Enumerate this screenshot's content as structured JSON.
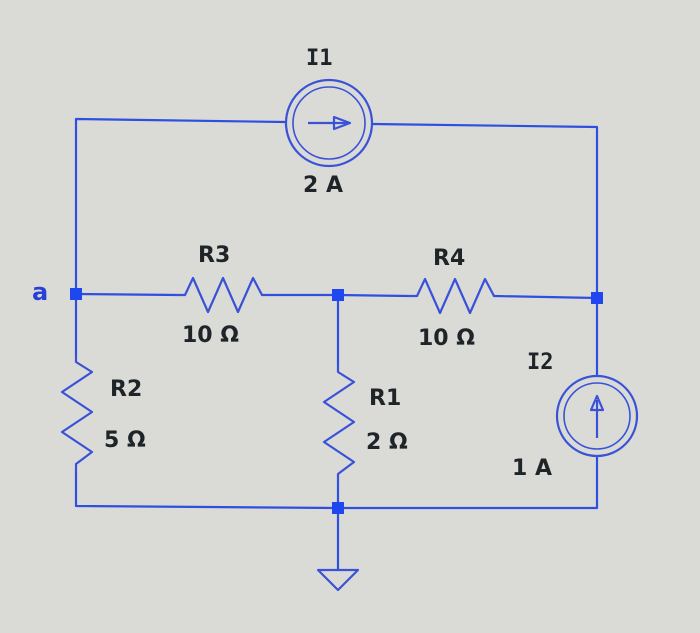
{
  "colors": {
    "wire": "#2f4fe0",
    "node": "#1f47f0",
    "component": "#3a52d8",
    "text": "#1e2428",
    "node_label": "#2a3fd6",
    "background": "#dadbd6"
  },
  "components": {
    "I1": {
      "name": "I1",
      "value": "2 A"
    },
    "I2": {
      "name": "I2",
      "value": "1 A"
    },
    "R1": {
      "name": "R1",
      "value": "2 Ω"
    },
    "R2": {
      "name": "R2",
      "value": "5 Ω"
    },
    "R3": {
      "name": "R3",
      "value": "10 Ω"
    },
    "R4": {
      "name": "R4",
      "value": "10 Ω"
    }
  },
  "nodes": {
    "a": "a"
  }
}
